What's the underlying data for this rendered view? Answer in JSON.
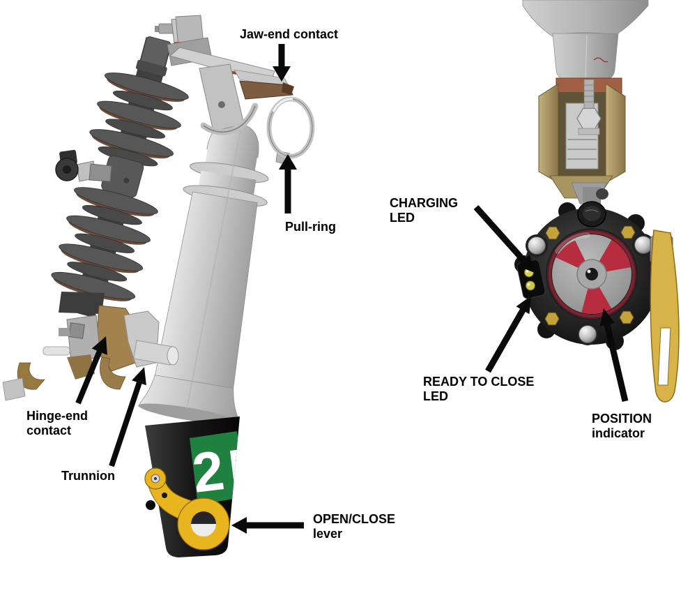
{
  "left_view": {
    "labels": {
      "jaw_end_contact": "Jaw-end contact",
      "pull_ring": "Pull-ring",
      "hinge_end_line1": "Hinge-end",
      "hinge_end_line2": "contact",
      "trunnion": "Trunnion",
      "open_close_line1": "OPEN/CLOSE",
      "open_close_line2": "lever"
    },
    "markings": {
      "module_label": "2"
    }
  },
  "right_view": {
    "labels": {
      "charging_line1": "CHARGING",
      "charging_line2": "LED",
      "ready_line1": "READY TO CLOSE",
      "ready_line2": "LED",
      "position_line1": "POSITION",
      "position_line2": "indicator"
    }
  },
  "colors": {
    "label_text": "#000000",
    "arrow_black": "#0a0a0a",
    "lever_yellow": "#e9b51f",
    "hanger_yellow": "#d8b349",
    "module_green": "#1f8140",
    "indicator_red": "#b72c3e",
    "disk_gray": "#a9a9a9",
    "housing_black": "#141414",
    "tube_gray": "#c4c4c4",
    "insulator_gray": "#4c4c4c",
    "bronze": "#a3824e"
  }
}
